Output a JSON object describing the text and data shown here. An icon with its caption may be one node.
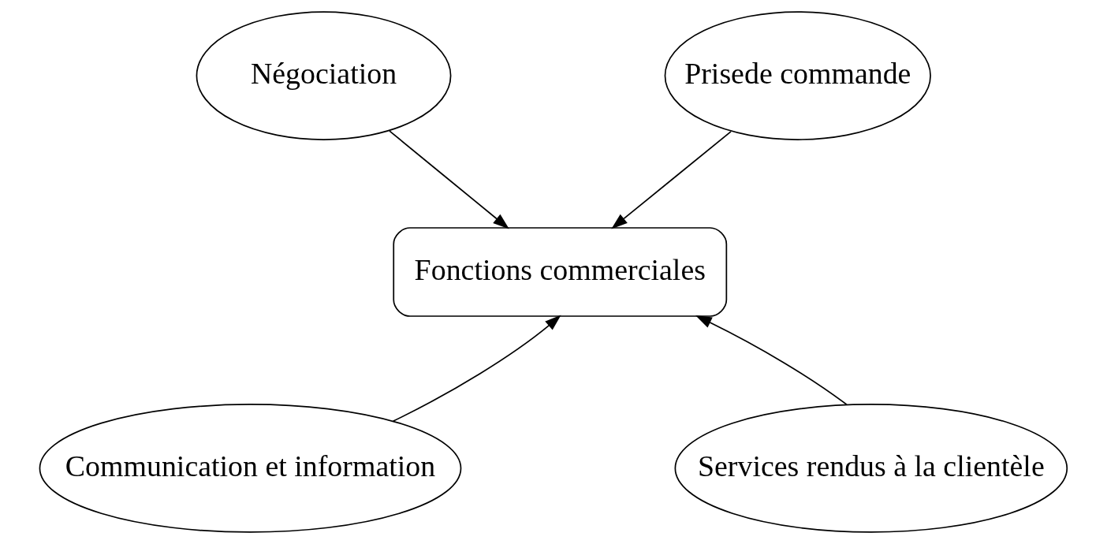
{
  "diagram": {
    "nodes": [
      {
        "text": [
          "Négociation"
        ]
      },
      {
        "text": [
          "Prisede commande"
        ]
      },
      {
        "text": [
          "Fonctions commerciales"
        ]
      },
      {
        "text": [
          "Communication et information"
        ]
      },
      {
        "text": [
          "Services rendus à la clientèle"
        ]
      }
    ],
    "edges": [
      {
        "from": 0,
        "to": 2,
        "arrow": "to"
      },
      {
        "from": 1,
        "to": 2,
        "arrow": "to"
      },
      {
        "from": 3,
        "to": 2,
        "arrow": "to"
      },
      {
        "from": 4,
        "to": 2,
        "arrow": "to"
      }
    ]
  }
}
